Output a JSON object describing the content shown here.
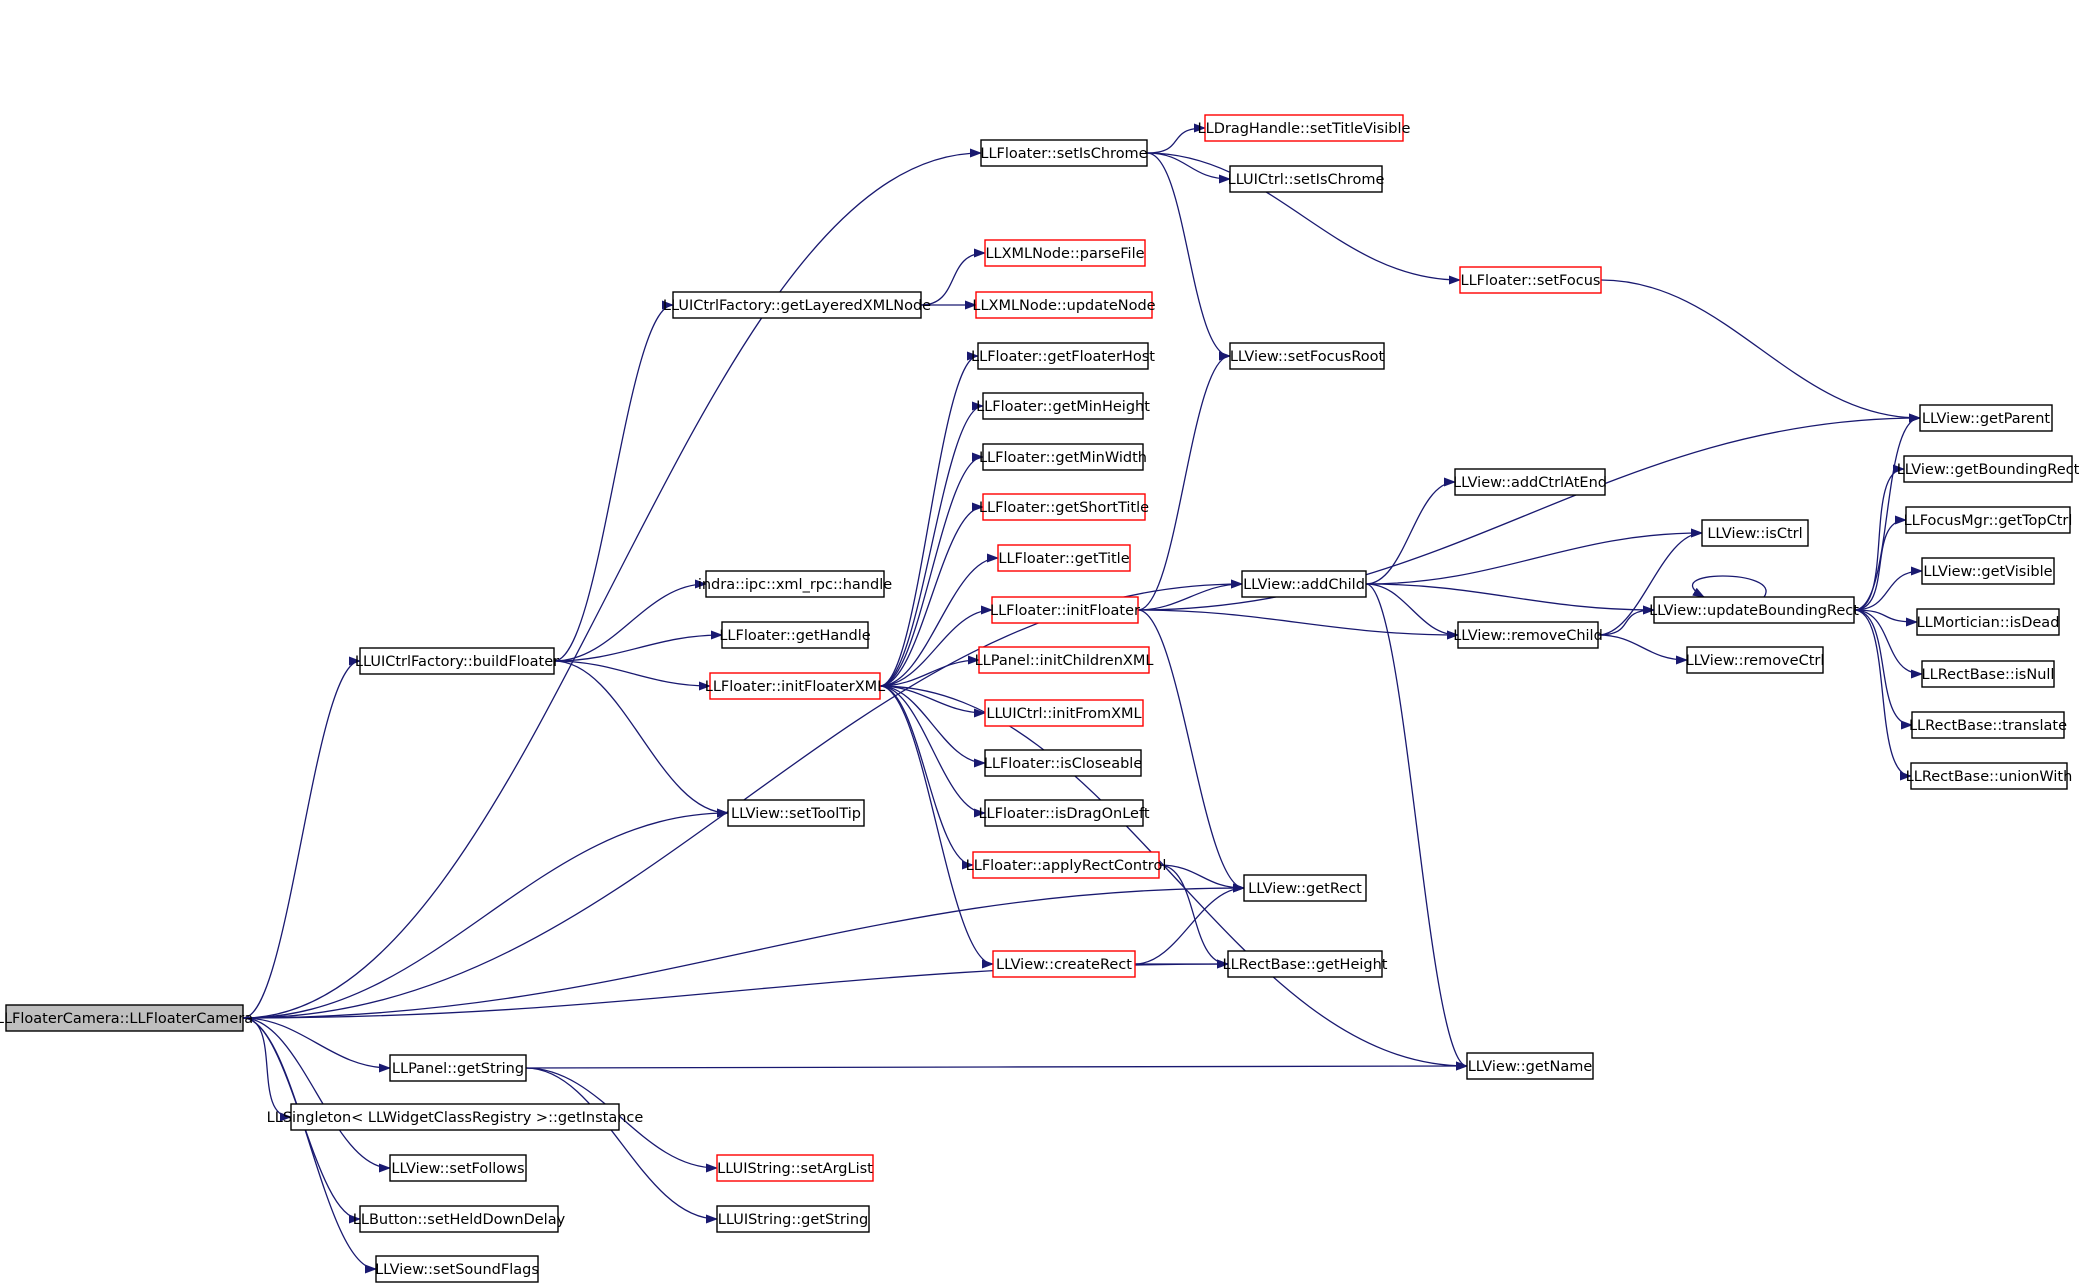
{
  "colors": {
    "edge": "#191970",
    "node_border_default": "#000000",
    "node_border_undocumented": "#ff0000",
    "root_fill": "#bfbfbf",
    "node_fill": "#ffffff"
  },
  "nodes": [
    {
      "id": "root",
      "label": "LLFloaterCamera::LLFloaterCamera",
      "style": "root"
    },
    {
      "id": "setIsChrome",
      "label": "LLFloater::setIsChrome",
      "style": "default"
    },
    {
      "id": "setTitleVisible",
      "label": "LLDragHandle::setTitleVisible",
      "style": "red"
    },
    {
      "id": "uictrlSetIsChrome",
      "label": "LLUICtrl::setIsChrome",
      "style": "default"
    },
    {
      "id": "setFocus",
      "label": "LLFloater::setFocus",
      "style": "red"
    },
    {
      "id": "parseFile",
      "label": "LLXMLNode::parseFile",
      "style": "red"
    },
    {
      "id": "getLayeredXMLNode",
      "label": "LLUICtrlFactory::getLayeredXMLNode",
      "style": "default"
    },
    {
      "id": "updateNode",
      "label": "LLXMLNode::updateNode",
      "style": "red"
    },
    {
      "id": "getFloaterHost",
      "label": "LLFloater::getFloaterHost",
      "style": "default"
    },
    {
      "id": "setFocusRoot",
      "label": "LLView::setFocusRoot",
      "style": "default"
    },
    {
      "id": "getMinHeight",
      "label": "LLFloater::getMinHeight",
      "style": "default"
    },
    {
      "id": "getParent",
      "label": "LLView::getParent",
      "style": "default"
    },
    {
      "id": "getMinWidth",
      "label": "LLFloater::getMinWidth",
      "style": "default"
    },
    {
      "id": "getBoundingRect",
      "label": "LLView::getBoundingRect",
      "style": "default"
    },
    {
      "id": "addCtrlAtEnd",
      "label": "LLView::addCtrlAtEnd",
      "style": "default"
    },
    {
      "id": "getShortTitle",
      "label": "LLFloater::getShortTitle",
      "style": "red"
    },
    {
      "id": "getTopCtrl",
      "label": "LLFocusMgr::getTopCtrl",
      "style": "default"
    },
    {
      "id": "isCtrl",
      "label": "LLView::isCtrl",
      "style": "default"
    },
    {
      "id": "getTitle",
      "label": "LLFloater::getTitle",
      "style": "red"
    },
    {
      "id": "getVisible",
      "label": "LLView::getVisible",
      "style": "default"
    },
    {
      "id": "xmlRpcHandle",
      "label": "indra::ipc::xml_rpc::handle",
      "style": "default"
    },
    {
      "id": "addChild",
      "label": "LLView::addChild",
      "style": "default"
    },
    {
      "id": "initFloater",
      "label": "LLFloater::initFloater",
      "style": "red"
    },
    {
      "id": "updateBoundingRect",
      "label": "LLView::updateBoundingRect",
      "style": "default"
    },
    {
      "id": "isDead",
      "label": "LLMortician::isDead",
      "style": "default"
    },
    {
      "id": "getHandle",
      "label": "LLFloater::getHandle",
      "style": "default"
    },
    {
      "id": "removeChild",
      "label": "LLView::removeChild",
      "style": "default"
    },
    {
      "id": "buildFloater",
      "label": "LLUICtrlFactory::buildFloater",
      "style": "default"
    },
    {
      "id": "initChildrenXML",
      "label": "LLPanel::initChildrenXML",
      "style": "red"
    },
    {
      "id": "removeCtrl",
      "label": "LLView::removeCtrl",
      "style": "default"
    },
    {
      "id": "isNull",
      "label": "LLRectBase::isNull",
      "style": "default"
    },
    {
      "id": "initFloaterXML",
      "label": "LLFloater::initFloaterXML",
      "style": "red"
    },
    {
      "id": "initFromXML",
      "label": "LLUICtrl::initFromXML",
      "style": "red"
    },
    {
      "id": "translate",
      "label": "LLRectBase::translate",
      "style": "default"
    },
    {
      "id": "isCloseable",
      "label": "LLFloater::isCloseable",
      "style": "default"
    },
    {
      "id": "unionWith",
      "label": "LLRectBase::unionWith",
      "style": "default"
    },
    {
      "id": "isDragOnLeft",
      "label": "LLFloater::isDragOnLeft",
      "style": "default"
    },
    {
      "id": "setToolTip",
      "label": "LLView::setToolTip",
      "style": "default"
    },
    {
      "id": "applyRectControl",
      "label": "LLFloater::applyRectControl",
      "style": "red"
    },
    {
      "id": "getRect",
      "label": "LLView::getRect",
      "style": "default"
    },
    {
      "id": "createRect",
      "label": "LLView::createRect",
      "style": "red"
    },
    {
      "id": "getHeight",
      "label": "LLRectBase::getHeight",
      "style": "default"
    },
    {
      "id": "getString",
      "label": "LLPanel::getString",
      "style": "default"
    },
    {
      "id": "getName",
      "label": "LLView::getName",
      "style": "default"
    },
    {
      "id": "getInstance",
      "label": "LLSingleton< LLWidgetClassRegistry >::getInstance",
      "style": "default"
    },
    {
      "id": "setFollows",
      "label": "LLView::setFollows",
      "style": "default"
    },
    {
      "id": "setArgList",
      "label": "LLUIString::setArgList",
      "style": "red"
    },
    {
      "id": "setHeldDownDelay",
      "label": "LLButton::setHeldDownDelay",
      "style": "default"
    },
    {
      "id": "uistringGetString",
      "label": "LLUIString::getString",
      "style": "default"
    },
    {
      "id": "setSoundFlags",
      "label": "LLView::setSoundFlags",
      "style": "default"
    }
  ],
  "edges": [
    [
      "root",
      "setIsChrome"
    ],
    [
      "root",
      "addChild"
    ],
    [
      "root",
      "buildFloater"
    ],
    [
      "root",
      "setToolTip"
    ],
    [
      "root",
      "getRect"
    ],
    [
      "root",
      "getHeight"
    ],
    [
      "root",
      "getString"
    ],
    [
      "root",
      "getInstance"
    ],
    [
      "root",
      "setFollows"
    ],
    [
      "root",
      "setHeldDownDelay"
    ],
    [
      "root",
      "setSoundFlags"
    ],
    [
      "setIsChrome",
      "setTitleVisible"
    ],
    [
      "setIsChrome",
      "uictrlSetIsChrome"
    ],
    [
      "setIsChrome",
      "setFocus"
    ],
    [
      "setIsChrome",
      "setFocusRoot"
    ],
    [
      "setFocus",
      "getParent"
    ],
    [
      "getLayeredXMLNode",
      "parseFile"
    ],
    [
      "getLayeredXMLNode",
      "updateNode"
    ],
    [
      "buildFloater",
      "getLayeredXMLNode"
    ],
    [
      "buildFloater",
      "xmlRpcHandle"
    ],
    [
      "buildFloater",
      "getHandle"
    ],
    [
      "buildFloater",
      "initFloaterXML"
    ],
    [
      "buildFloater",
      "setToolTip"
    ],
    [
      "initFloaterXML",
      "getFloaterHost"
    ],
    [
      "initFloaterXML",
      "getMinHeight"
    ],
    [
      "initFloaterXML",
      "getMinWidth"
    ],
    [
      "initFloaterXML",
      "getShortTitle"
    ],
    [
      "initFloaterXML",
      "getTitle"
    ],
    [
      "initFloaterXML",
      "initFloater"
    ],
    [
      "initFloaterXML",
      "initChildrenXML"
    ],
    [
      "initFloaterXML",
      "initFromXML"
    ],
    [
      "initFloaterXML",
      "isCloseable"
    ],
    [
      "initFloaterXML",
      "isDragOnLeft"
    ],
    [
      "initFloaterXML",
      "applyRectControl"
    ],
    [
      "initFloaterXML",
      "createRect"
    ],
    [
      "initFloaterXML",
      "getName"
    ],
    [
      "initFloater",
      "setFocusRoot"
    ],
    [
      "initFloater",
      "getParent"
    ],
    [
      "initFloater",
      "addChild"
    ],
    [
      "initFloater",
      "removeChild"
    ],
    [
      "initFloater",
      "getRect"
    ],
    [
      "addChild",
      "addCtrlAtEnd"
    ],
    [
      "addChild",
      "isCtrl"
    ],
    [
      "addChild",
      "updateBoundingRect"
    ],
    [
      "addChild",
      "removeChild"
    ],
    [
      "addChild",
      "getName"
    ],
    [
      "removeChild",
      "isCtrl"
    ],
    [
      "removeChild",
      "updateBoundingRect"
    ],
    [
      "removeChild",
      "removeCtrl"
    ],
    [
      "updateBoundingRect",
      "updateBoundingRect"
    ],
    [
      "updateBoundingRect",
      "getParent"
    ],
    [
      "updateBoundingRect",
      "getBoundingRect"
    ],
    [
      "updateBoundingRect",
      "getTopCtrl"
    ],
    [
      "updateBoundingRect",
      "getVisible"
    ],
    [
      "updateBoundingRect",
      "isDead"
    ],
    [
      "updateBoundingRect",
      "isNull"
    ],
    [
      "updateBoundingRect",
      "translate"
    ],
    [
      "updateBoundingRect",
      "unionWith"
    ],
    [
      "applyRectControl",
      "getRect"
    ],
    [
      "applyRectControl",
      "getHeight"
    ],
    [
      "createRect",
      "getRect"
    ],
    [
      "createRect",
      "getHeight"
    ],
    [
      "getString",
      "getName"
    ],
    [
      "getString",
      "setArgList"
    ],
    [
      "getString",
      "uistringGetString"
    ]
  ]
}
